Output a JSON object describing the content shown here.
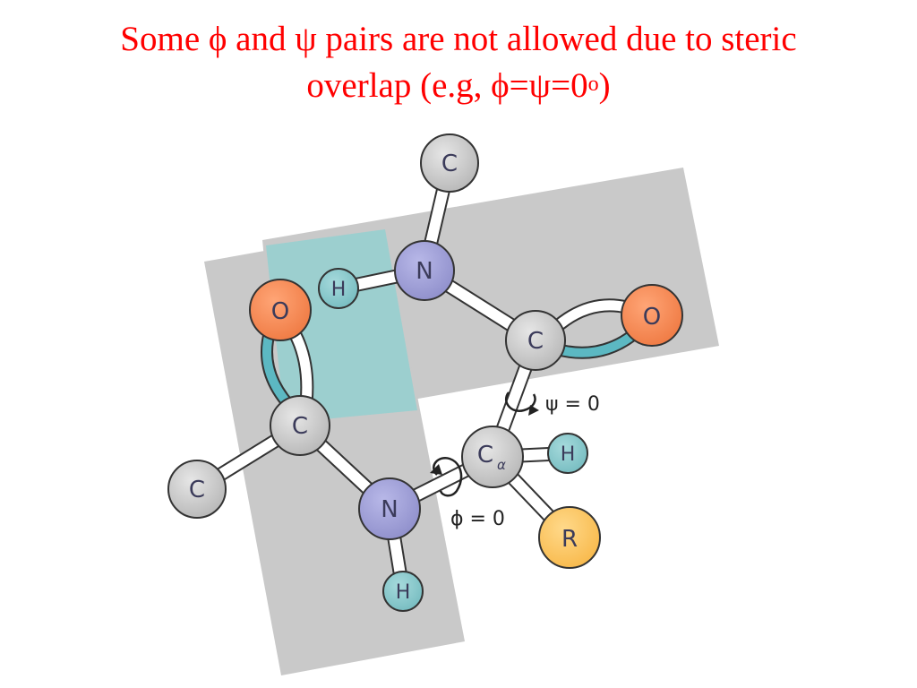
{
  "title": {
    "line1": "Some ϕ and ψ pairs are not allowed due to steric",
    "line2_text": "overlap (e.g, ϕ=ψ=0",
    "line2_sup": "o",
    "line2_end": ")"
  },
  "diagram": {
    "atoms": {
      "c_top": "C",
      "n_upper": "N",
      "h_upper": "H",
      "c_carbonyl_right": "C",
      "o_right": "O",
      "o_left": "O",
      "c_carbonyl_left": "C",
      "c_far_left": "C",
      "n_lower": "N",
      "h_lower": "H",
      "c_alpha": "C",
      "c_alpha_sub": "α",
      "h_alpha": "H",
      "r_group": "R"
    },
    "angles": {
      "psi_label": "ψ = 0",
      "phi_label": "ϕ = 0"
    },
    "colors": {
      "plane_gray": "#c9c9c9",
      "plane_overlap": "#9ccfcf",
      "carbon": "#c4c4c4",
      "nitrogen": "#9f9fd6",
      "oxygen": "#f58a55",
      "hydrogen": "#86c8cb",
      "r_group": "#fcc55e",
      "title": "#ff0000"
    }
  }
}
